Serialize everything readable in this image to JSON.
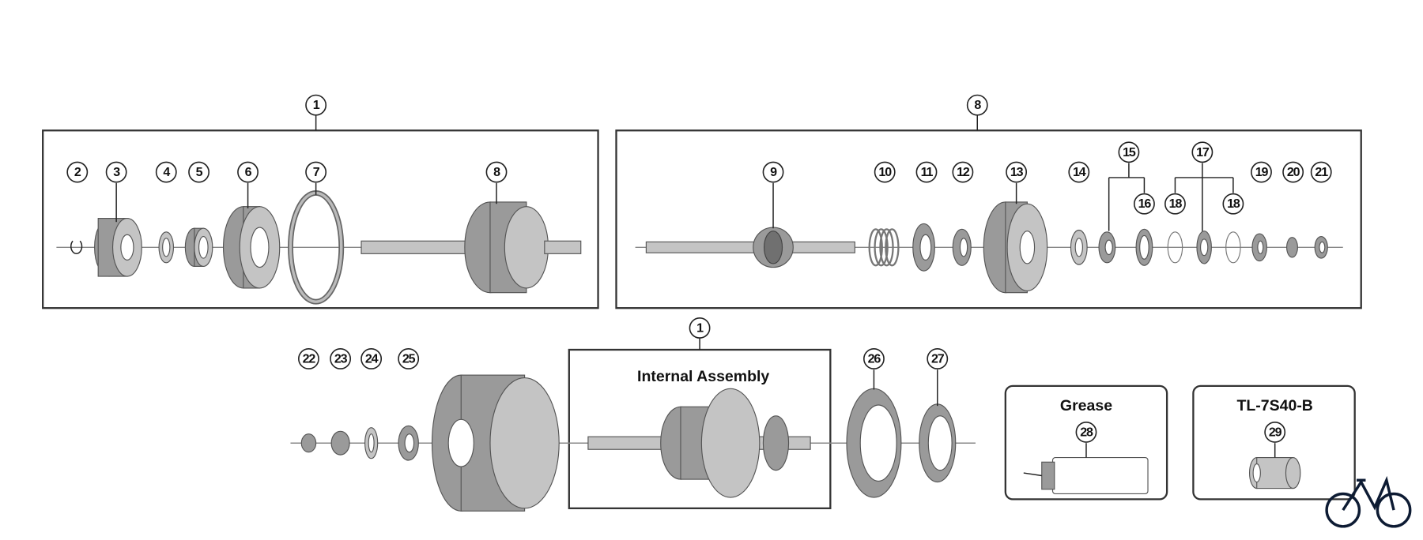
{
  "diagram": {
    "top_left_group": {
      "label": "1",
      "parts": [
        "2",
        "3",
        "4",
        "5",
        "6",
        "7",
        "8"
      ]
    },
    "top_right_group": {
      "label": "8",
      "parts": [
        "9",
        "10",
        "11",
        "12",
        "13",
        "14",
        "15",
        "16",
        "17",
        "18",
        "18",
        "19",
        "20",
        "21"
      ]
    },
    "internal_assembly": {
      "label": "1",
      "title": "Internal Assembly"
    },
    "bottom_parts": [
      "22",
      "23",
      "24",
      "25",
      "26",
      "27"
    ],
    "grease": {
      "title": "Grease",
      "label": "28"
    },
    "tool": {
      "title": "TL-7S40-B",
      "label": "29"
    }
  },
  "logo": {
    "icon": "bicycle-icon"
  }
}
